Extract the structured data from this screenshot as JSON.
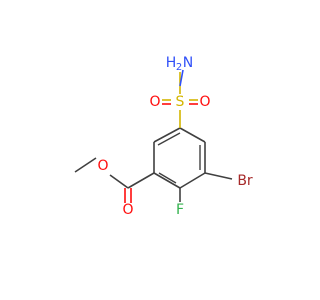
{
  "colors": {
    "bond": "#404040",
    "carbon": "#404040",
    "oxygen": "#ff0d0d",
    "nitrogen": "#3050f8",
    "sulfur": "#d4b600",
    "bromine": "#a62929",
    "fluorine": "#33b24d"
  },
  "labels": {
    "amine_n": "N",
    "amine_h2": "H",
    "amine_sub": "2",
    "sulfonyl_s": "S",
    "sulfonyl_o_left": "O",
    "sulfonyl_o_right": "O",
    "bromo": "Br",
    "fluoro": "F",
    "ester_o_single": "O",
    "ester_o_double": "O"
  }
}
